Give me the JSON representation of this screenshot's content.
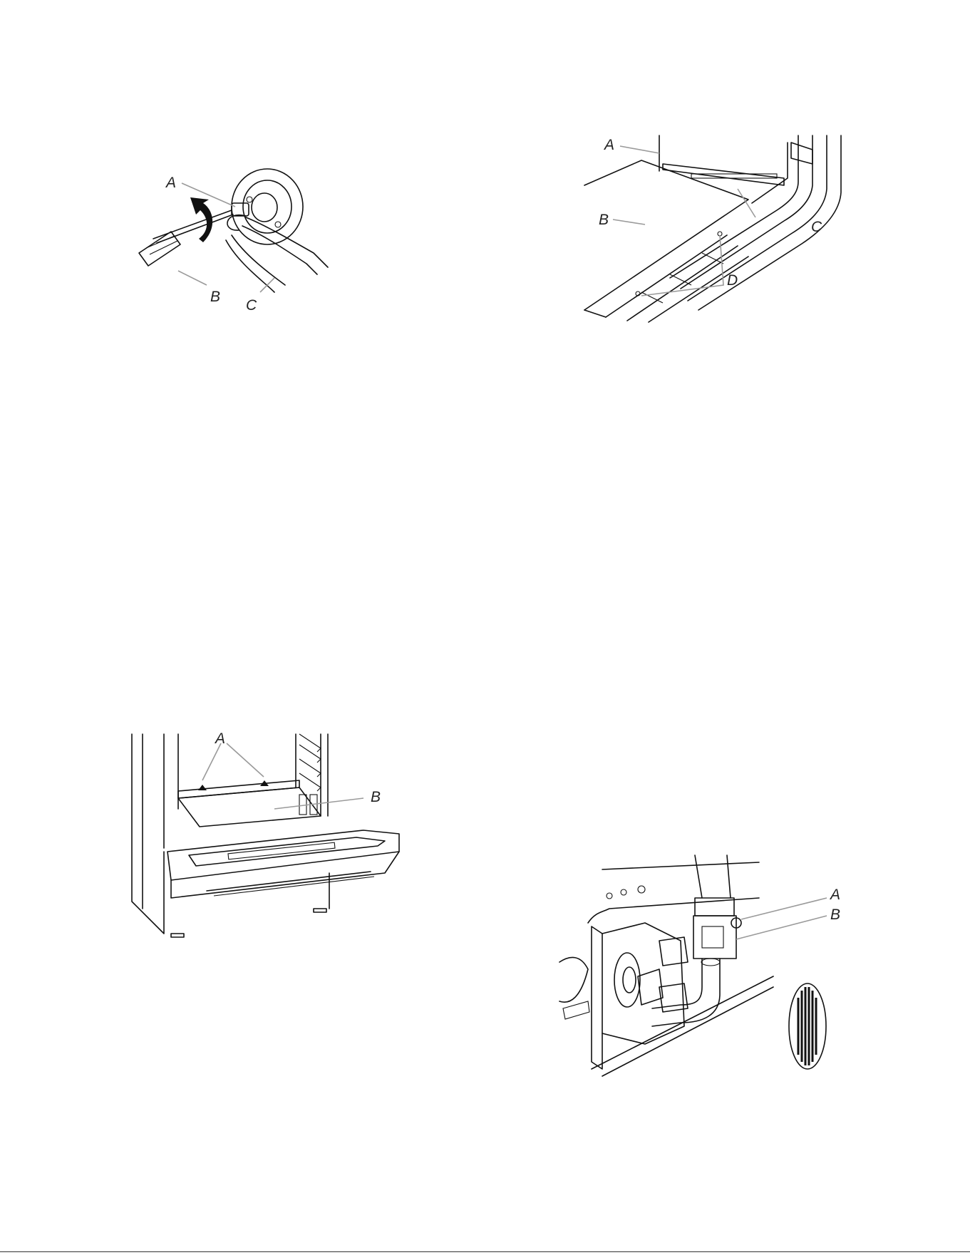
{
  "figures": {
    "burner_valve": {
      "labels": {
        "a": "A",
        "b": "B",
        "c": "C"
      }
    },
    "oven_bottom_panel": {
      "labels": {
        "a": "A",
        "b": "B",
        "c": "C",
        "d": "D"
      }
    },
    "oven_cavity": {
      "labels": {
        "a": "A",
        "b": "B"
      }
    },
    "gas_connection": {
      "labels": {
        "a": "A",
        "b": "B"
      }
    }
  }
}
